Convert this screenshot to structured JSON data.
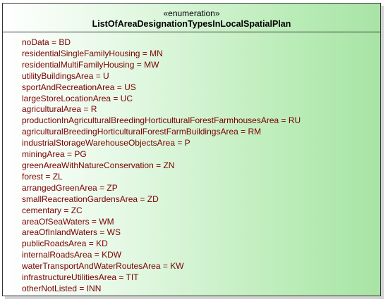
{
  "enumeration": {
    "stereotype": "«enumeration»",
    "name": "ListOfAreaDesignationTypesInLocalSpatialPlan",
    "colors": {
      "literal_text": "#7a0000",
      "fill_light": "#ffffff",
      "fill_dark": "#a8e4a5",
      "border": "#333333"
    },
    "literals": [
      "noData = BD",
      "residentialSingleFamilyHousing = MN",
      "residentialMultiFamilyHousing = MW",
      "utilityBuildingsArea = U",
      "sportAndRecreationArea = US",
      "largeStoreLocationArea = UC",
      "agriculturalArea = R",
      "productionInAgriculturalBreedingHorticulturalForestFarmhousesArea = RU",
      "agriculturalBreedingHorticulturalForestFarmBuildingsArea = RM",
      "industrialStorageWarehouseObjectsArea = P",
      "miningArea = PG",
      "greenAreaWithNatureConservation = ZN",
      "forest = ZL",
      "arrangedGreenArea = ZP",
      "smallReacreationGardensArea = ZD",
      "cementary = ZC",
      "areaOfSeaWaters = WM",
      "areaOfInlandWaters = WS",
      "publicRoadsArea = KD",
      "internalRoadsArea = KDW",
      "waterTransportAndWaterRoutesArea = KW",
      "infrastructureUtilitiesArea = TIT",
      "otherNotListed = INN"
    ]
  }
}
